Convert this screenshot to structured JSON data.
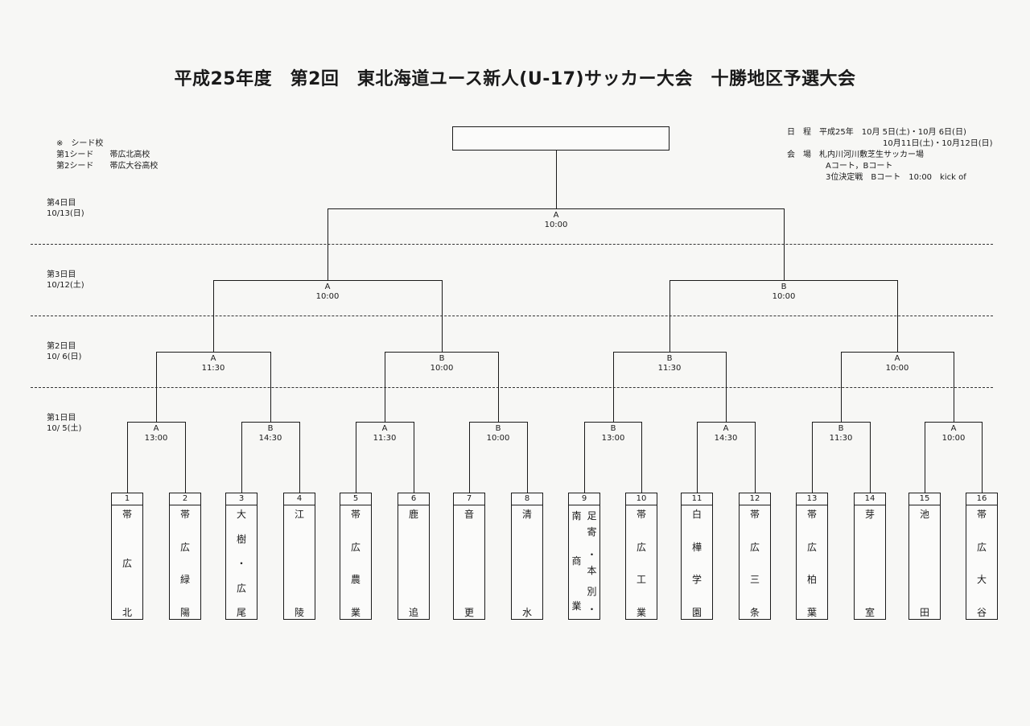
{
  "title": "平成25年度　第2回　東北海道ユース新人(U-17)サッカー大会　十勝地区予選大会",
  "seeds": {
    "header": "※　シード校",
    "lines": [
      "第1シード　　帯広北高校",
      "第2シード　　帯広大谷高校"
    ]
  },
  "info": {
    "lines": [
      "日　程　平成25年　10月 5日(土)・10月 6日(日)",
      "10月11日(土)・10月12日(日)",
      "会　場　札内川河川敷芝生サッカー場",
      "Aコート，Bコート",
      "3位決定戦　Bコート　10:00　kick of"
    ]
  },
  "days": [
    {
      "name": "第4日目",
      "date": "10/13(日)"
    },
    {
      "name": "第3日目",
      "date": "10/12(土)"
    },
    {
      "name": "第2日目",
      "date": "10/ 6(日)"
    },
    {
      "name": "第1日目",
      "date": "10/ 5(土)"
    }
  ],
  "final": {
    "court": "A",
    "time": "10:00"
  },
  "semifinals": [
    {
      "court": "A",
      "time": "10:00"
    },
    {
      "court": "B",
      "time": "10:00"
    }
  ],
  "quarterfinals": [
    {
      "court": "A",
      "time": "11:30"
    },
    {
      "court": "B",
      "time": "10:00"
    },
    {
      "court": "B",
      "time": "11:30"
    },
    {
      "court": "A",
      "time": "10:00"
    }
  ],
  "round1": [
    {
      "court": "A",
      "time": "13:00"
    },
    {
      "court": "B",
      "time": "14:30"
    },
    {
      "court": "A",
      "time": "11:30"
    },
    {
      "court": "B",
      "time": "10:00"
    },
    {
      "court": "B",
      "time": "13:00"
    },
    {
      "court": "A",
      "time": "14:30"
    },
    {
      "court": "B",
      "time": "11:30"
    },
    {
      "court": "A",
      "time": "10:00"
    }
  ],
  "teams": [
    {
      "no": "1",
      "name": "帯広北"
    },
    {
      "no": "2",
      "name": "帯広緑陽"
    },
    {
      "no": "3",
      "name": "大樹・広尾"
    },
    {
      "no": "4",
      "name": "江陵"
    },
    {
      "no": "5",
      "name": "帯広農業"
    },
    {
      "no": "6",
      "name": "鹿追"
    },
    {
      "no": "7",
      "name": "音更"
    },
    {
      "no": "8",
      "name": "清水"
    },
    {
      "no": "9",
      "name": "足寄・本別・南商業"
    },
    {
      "no": "10",
      "name": "帯広工業"
    },
    {
      "no": "11",
      "name": "白樺学園"
    },
    {
      "no": "12",
      "name": "帯広三条"
    },
    {
      "no": "13",
      "name": "帯広柏葉"
    },
    {
      "no": "14",
      "name": "芽室"
    },
    {
      "no": "15",
      "name": "池田"
    },
    {
      "no": "16",
      "name": "帯広大谷"
    }
  ]
}
